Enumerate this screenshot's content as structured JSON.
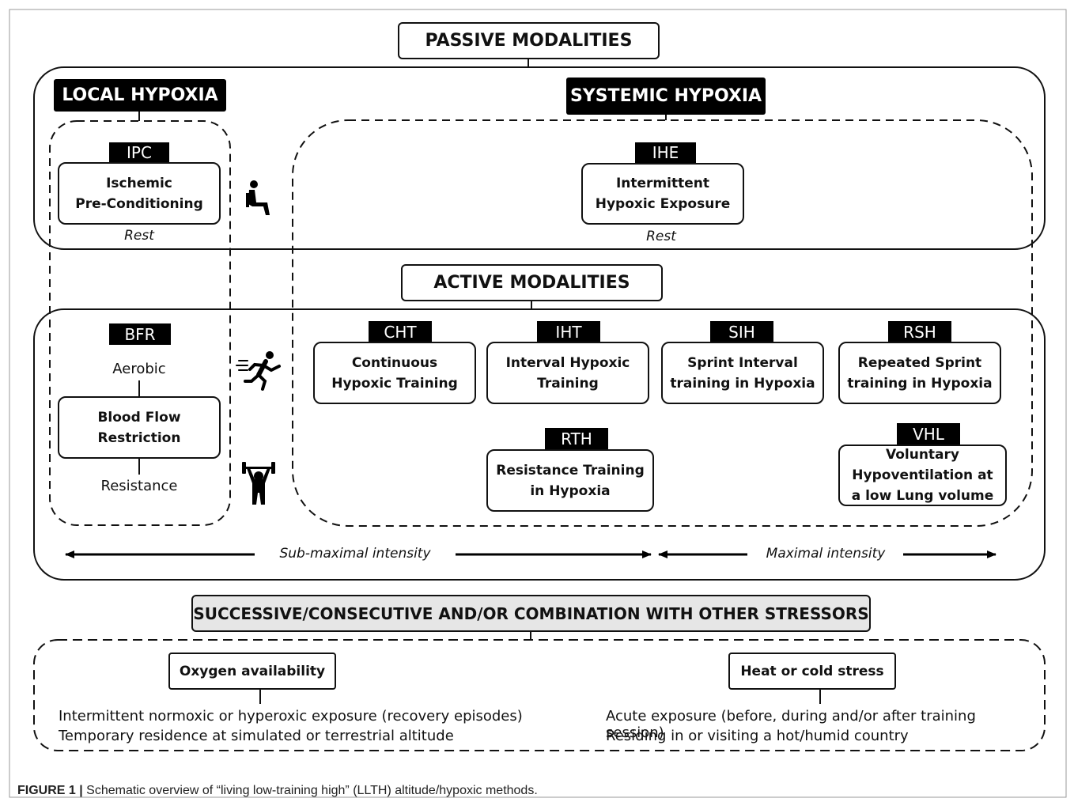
{
  "passive": {
    "header": "PASSIVE MODALITIES",
    "local": {
      "tag": "LOCAL HYPOXIA",
      "method_abbr": "IPC",
      "method_name": "Ischemic\nPre-Conditioning",
      "note": "Rest"
    },
    "systemic": {
      "tag": "SYSTEMIC HYPOXIA",
      "method_abbr": "IHE",
      "method_name": "Intermittent\nHypoxic Exposure",
      "note": "Rest"
    }
  },
  "active": {
    "header": "ACTIVE MODALITIES",
    "bfr": {
      "abbr": "BFR",
      "aerobic": "Aerobic",
      "name": "Blood Flow\nRestriction",
      "resistance": "Resistance"
    },
    "methods": [
      {
        "abbr": "CHT",
        "name": "Continuous\nHypoxic Training"
      },
      {
        "abbr": "IHT",
        "name": "Interval Hypoxic\nTraining"
      },
      {
        "abbr": "SIH",
        "name": "Sprint Interval\ntraining in Hypoxia"
      },
      {
        "abbr": "RSH",
        "name": "Repeated Sprint\ntraining in Hypoxia"
      },
      {
        "abbr": "RTH",
        "name": "Resistance Training\nin Hypoxia"
      },
      {
        "abbr": "VHL",
        "name": "Voluntary\nHypoventilation at\na low Lung volume"
      }
    ],
    "submaximal_label": "Sub-maximal intensity",
    "maximal_label": "Maximal intensity"
  },
  "stressors": {
    "header": "SUCCESSIVE/CONSECUTIVE AND/OR COMBINATION WITH OTHER STRESSORS",
    "oxygen": {
      "title": "Oxygen availability",
      "line1": "Intermittent normoxic or hyperoxic exposure (recovery episodes)",
      "line2": "Temporary residence at simulated or terrestrial altitude"
    },
    "heat": {
      "title": "Heat or cold stress",
      "line1": "Acute exposure (before, during and/or after training session)",
      "line2": "Residing in or visiting a hot/humid country"
    }
  },
  "caption": {
    "label": "FIGURE 1 |",
    "text": " Schematic overview of “living low-training high” (LLTH) altitude/hypoxic methods."
  },
  "icons": [
    "sitting-person-icon",
    "running-person-icon",
    "weightlifter-icon"
  ]
}
